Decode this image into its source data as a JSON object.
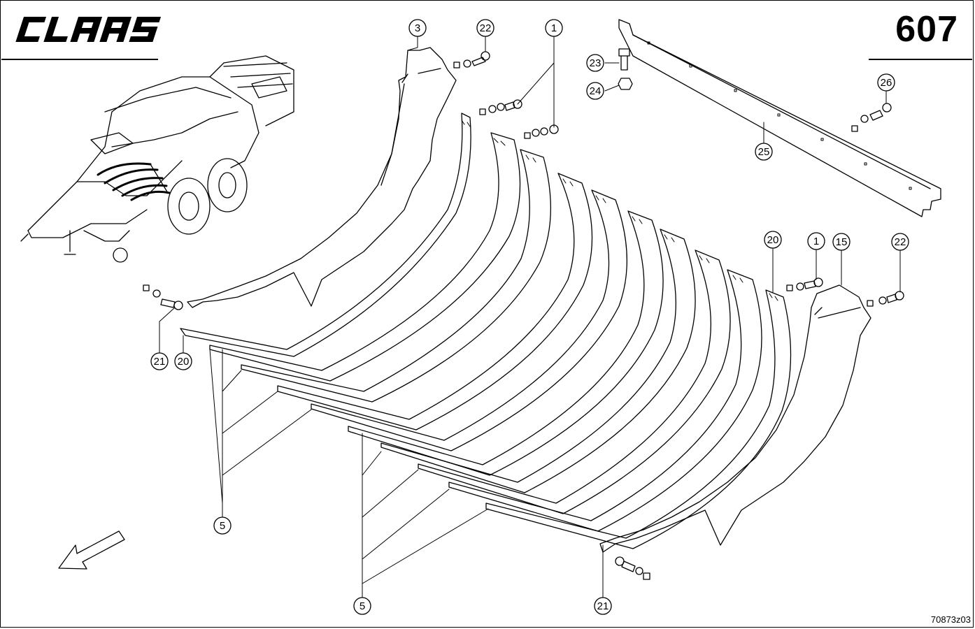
{
  "header": {
    "brand": "CLAAS",
    "page_number": "607"
  },
  "footer": {
    "drawing_code": "70873z03"
  },
  "callouts": [
    {
      "label": "3"
    },
    {
      "label": "22"
    },
    {
      "label": "1"
    },
    {
      "label": "23"
    },
    {
      "label": "24"
    },
    {
      "label": "26"
    },
    {
      "label": "25"
    },
    {
      "label": "20"
    },
    {
      "label": "1"
    },
    {
      "label": "15"
    },
    {
      "label": "22"
    },
    {
      "label": "21"
    },
    {
      "label": "20"
    },
    {
      "label": "5"
    },
    {
      "label": "5"
    },
    {
      "label": "21"
    }
  ],
  "colors": {
    "ink": "#000000",
    "paper": "#ffffff"
  }
}
